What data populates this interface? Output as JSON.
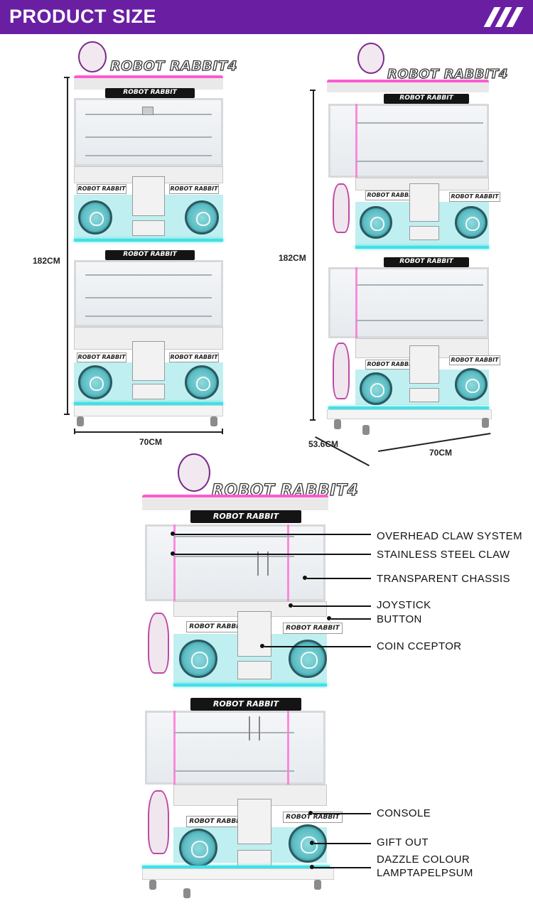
{
  "header": {
    "title": "PRODUCT SIZE"
  },
  "brand": {
    "logo_text": "ROBOT RABBIT4",
    "banner_text": "ROBOT RABBIT",
    "console_label": "ROBOT RABBIT"
  },
  "dimensions": {
    "front_height": "182CM",
    "front_width": "70CM",
    "side_height": "182CM",
    "side_depth": "53.6CM",
    "side_width": "70CM"
  },
  "callouts": {
    "overhead_claw": "OVERHEAD CLAW SYSTEM",
    "steel_claw": "STAINLESS STEEL CLAW",
    "chassis": "TRANSPARENT CHASSIS",
    "joystick": "JOYSTICK",
    "button": "BUTTON",
    "coin": "COIN CCEPTOR",
    "console": "CONSOLE",
    "gift_out": "GIFT OUT",
    "dazzle_line1": "DAZZLE COLOUR",
    "dazzle_line2": "LAMPTAPELPSUM"
  },
  "colors": {
    "header_bg": "#6a1fa3",
    "accent_pink": "#ff5ad0",
    "accent_cyan": "#41e0e6"
  }
}
